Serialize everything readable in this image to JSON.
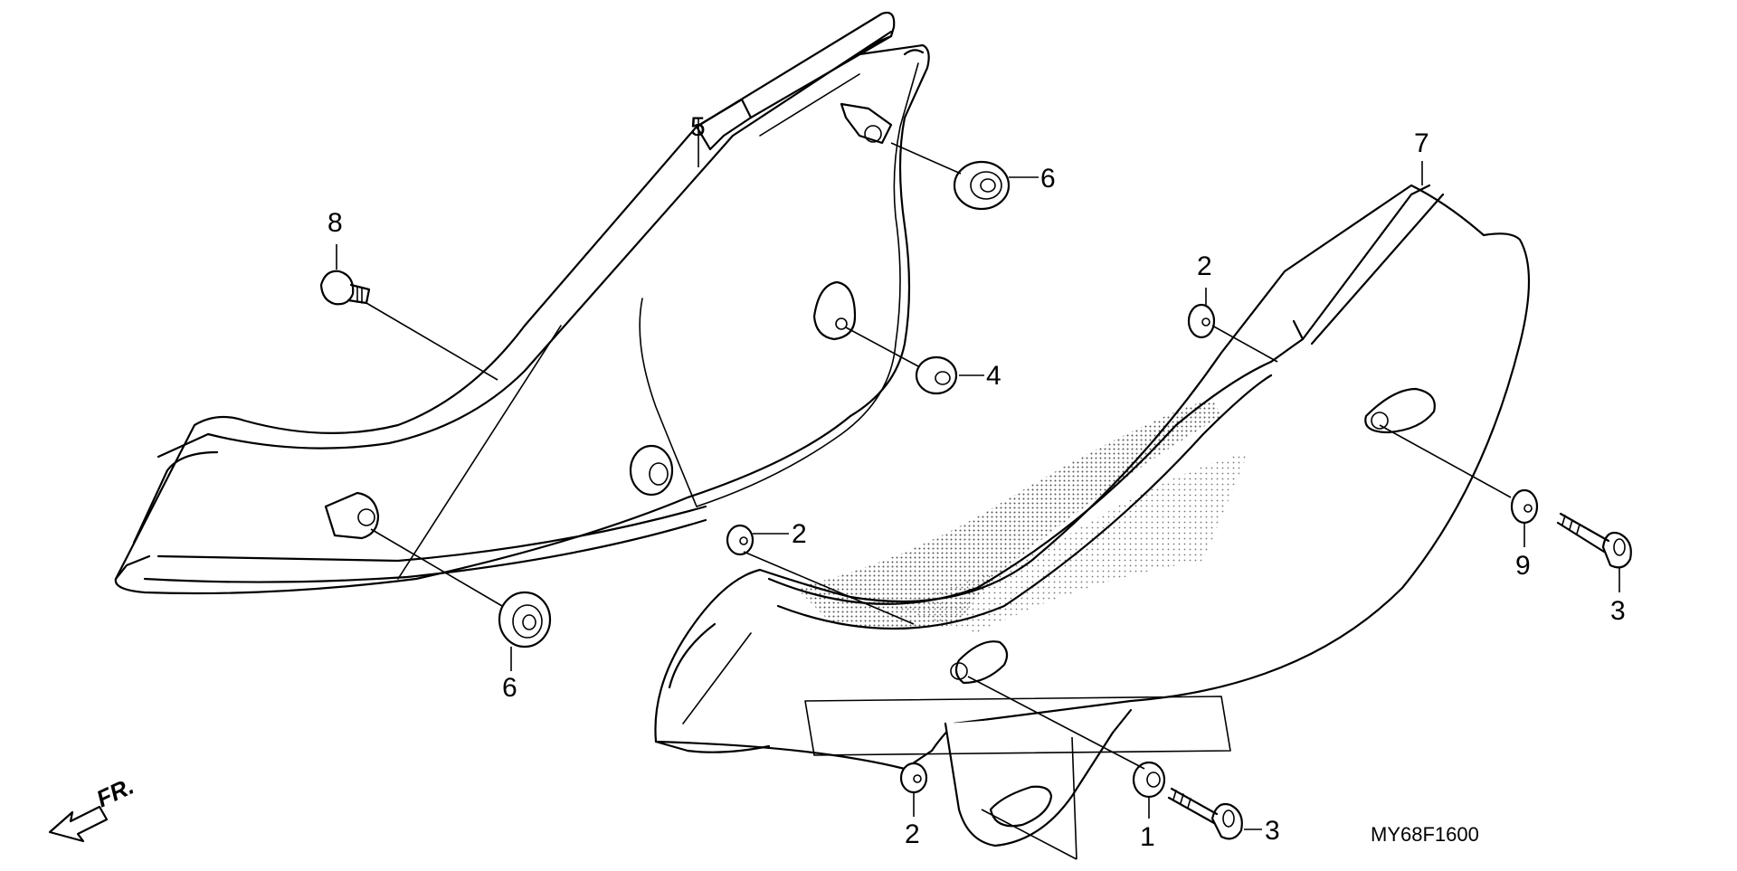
{
  "diagram": {
    "code": "MY68F1600",
    "direction_label": "FR.",
    "callouts": [
      {
        "id": "c5",
        "text": "5"
      },
      {
        "id": "c6a",
        "text": "6"
      },
      {
        "id": "c8",
        "text": "8"
      },
      {
        "id": "c4",
        "text": "4"
      },
      {
        "id": "c6b",
        "text": "6"
      },
      {
        "id": "c2a",
        "text": "2"
      },
      {
        "id": "c7",
        "text": "7"
      },
      {
        "id": "c2b",
        "text": "2"
      },
      {
        "id": "c9",
        "text": "9"
      },
      {
        "id": "c3a",
        "text": "3"
      },
      {
        "id": "c2c",
        "text": "2"
      },
      {
        "id": "c1",
        "text": "1"
      },
      {
        "id": "c3b",
        "text": "3"
      }
    ]
  }
}
